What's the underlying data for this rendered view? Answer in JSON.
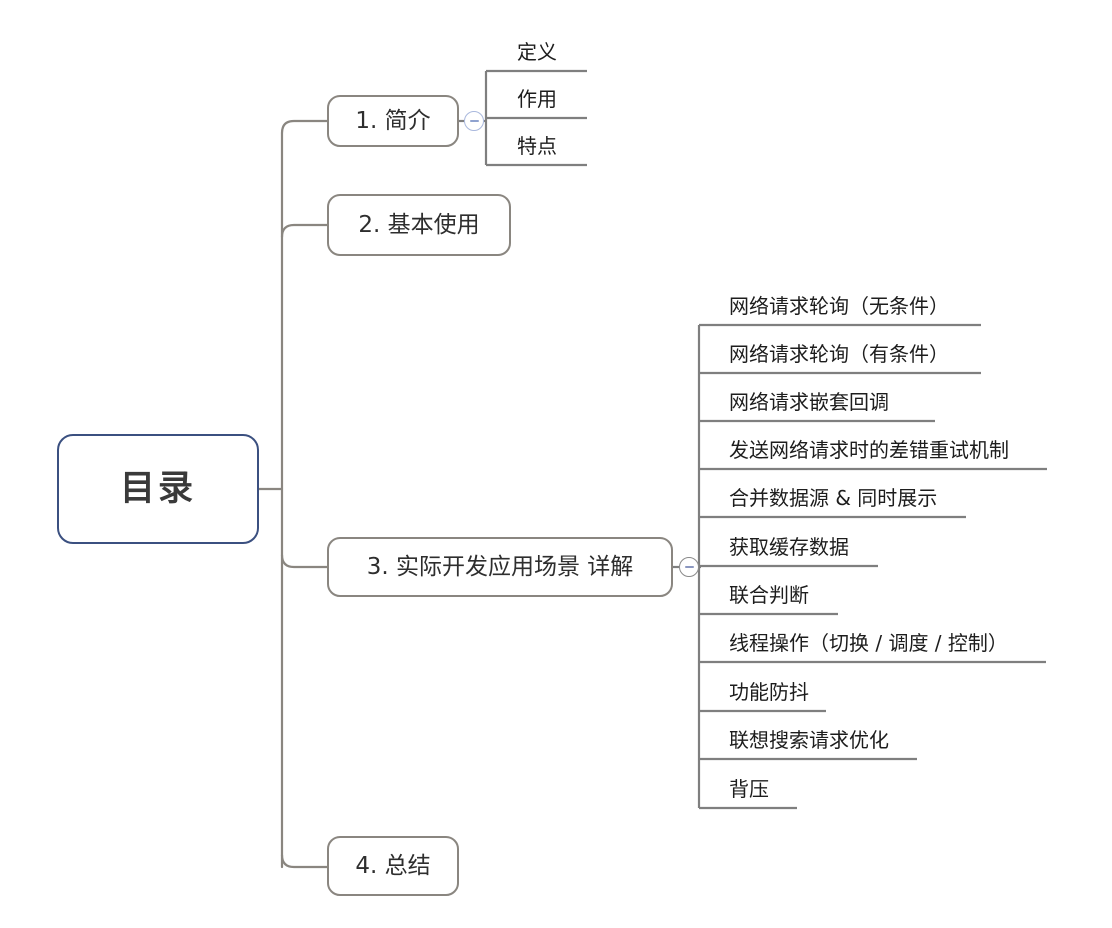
{
  "diagram": {
    "type": "mindmap",
    "title": "目录",
    "colors": {
      "root_border": "#3b5080",
      "branch_border": "#8a8680",
      "edge": "#8a8680",
      "leaf_underline": "#7f7f7f",
      "text": "#2e2e2e",
      "toggle_blue": "#a9b8dd",
      "toggle_gray": "#8a8a8a"
    }
  },
  "root": {
    "label": "目录"
  },
  "branches": [
    {
      "id": "b1",
      "label": "1. 简介",
      "toggle": "collapse-minus",
      "children": [
        {
          "label": "定义"
        },
        {
          "label": "作用"
        },
        {
          "label": "特点"
        }
      ]
    },
    {
      "id": "b2",
      "label": "2. 基本使用",
      "toggle": null,
      "children": []
    },
    {
      "id": "b3",
      "label": "3. 实际开发应用场景 详解",
      "toggle": "collapse-minus",
      "children": [
        {
          "label": "网络请求轮询（无条件）"
        },
        {
          "label": "网络请求轮询（有条件）"
        },
        {
          "label": "网络请求嵌套回调"
        },
        {
          "label": "发送网络请求时的差错重试机制"
        },
        {
          "label": "合并数据源 & 同时展示"
        },
        {
          "label": "获取缓存数据"
        },
        {
          "label": "联合判断"
        },
        {
          "label": "线程操作（切换 / 调度 / 控制）"
        },
        {
          "label": "功能防抖"
        },
        {
          "label": "联想搜索请求优化"
        },
        {
          "label": "背压"
        }
      ]
    },
    {
      "id": "b4",
      "label": "4. 总结",
      "toggle": null,
      "children": []
    }
  ]
}
